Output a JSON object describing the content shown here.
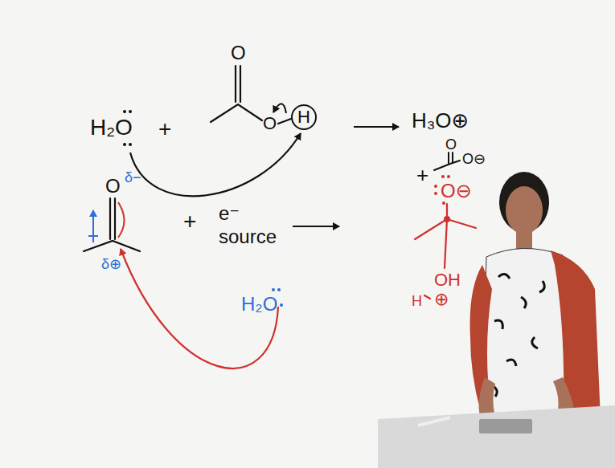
{
  "diagram": {
    "nodes": [
      {
        "text": [
          "H"
        ]
      }
    ],
    "labels": [
      "H₂O",
      "+",
      "O",
      "O",
      "H₃O⊕",
      "O",
      "O⊖",
      "+",
      "O",
      "δ−",
      "δ⊕",
      "+",
      "e⁻ source",
      "H₂O",
      "O⊖",
      "OH",
      "H",
      "⊕"
    ]
  }
}
